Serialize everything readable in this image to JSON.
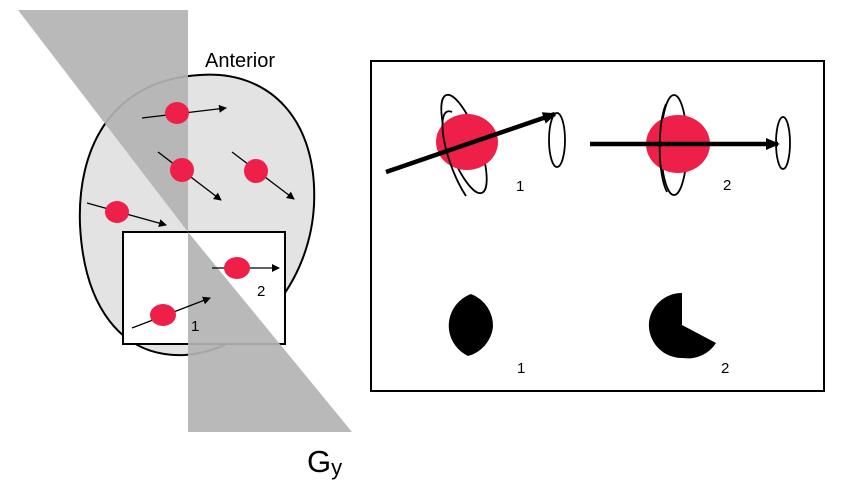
{
  "labels": {
    "anterior": "Anterior",
    "gradient": "G",
    "gradient_sub": "y",
    "voxel_1": "1",
    "voxel_2": "2",
    "spin_1": "1",
    "spin_2": "2",
    "phase_1": "1",
    "phase_2": "2"
  },
  "colors": {
    "proton": "#ee1f48",
    "head_fill": "#e3e3e3",
    "gradient_fill": "#b6b6b6",
    "stroke": "#000000",
    "background": "#ffffff"
  }
}
